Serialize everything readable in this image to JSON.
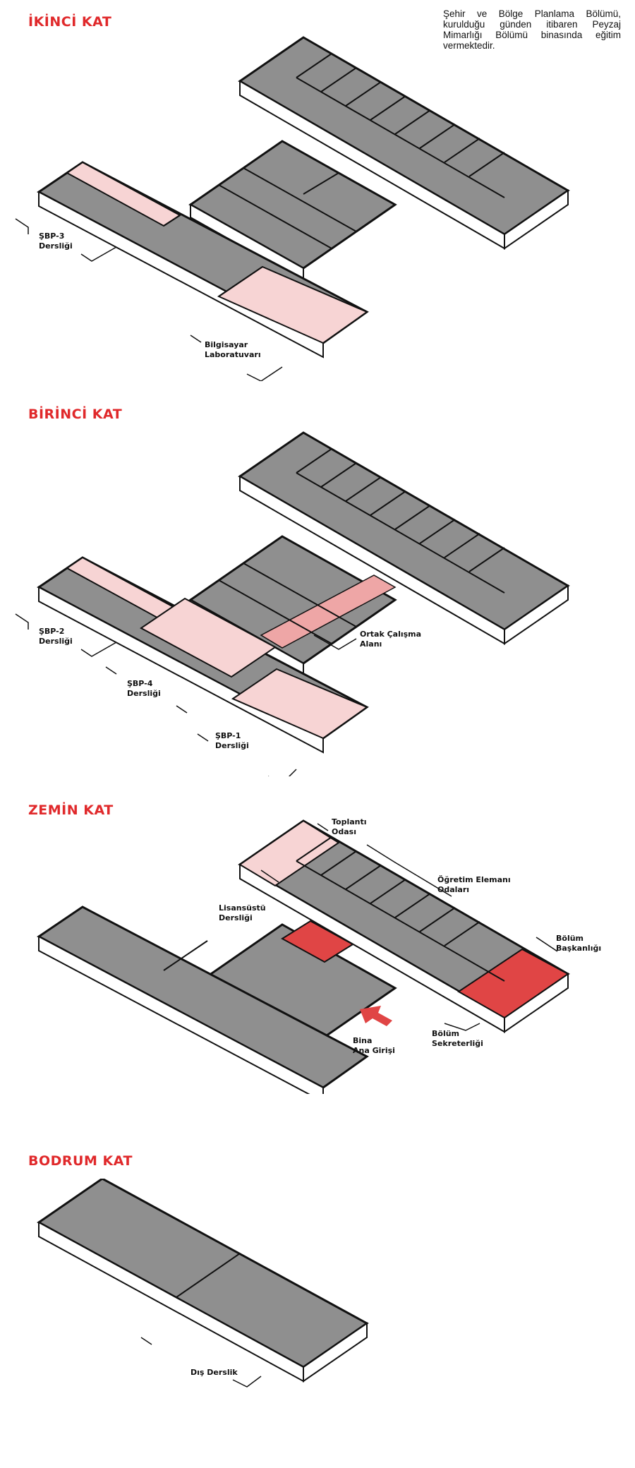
{
  "intro_text": "Şehir ve Bölge Planlama Bölümü, kurulduğu günden itibaren Peyzaj Mimarlığı Bölümü binasında eğitim vermektedir.",
  "colors": {
    "title_red": "#e0292b",
    "highlight_light": "#f7d4d4",
    "highlight_mid": "#eea6a6",
    "highlight_strong": "#e04545",
    "floor_grey": "#8f8f8f",
    "wall": "#ffffff",
    "line": "#111111"
  },
  "floors": [
    {
      "title": "İKİNCİ KAT",
      "labels": [
        {
          "lines": [
            "ŞBP-3",
            "Dersliği"
          ]
        },
        {
          "lines": [
            "Bilgisayar",
            "Laboratuvarı"
          ]
        }
      ]
    },
    {
      "title": "BİRİNCİ KAT",
      "labels": [
        {
          "lines": [
            "ŞBP-2",
            "Dersliği"
          ]
        },
        {
          "lines": [
            "ŞBP-4",
            "Dersliği"
          ]
        },
        {
          "lines": [
            "ŞBP-1",
            "Dersliği"
          ]
        },
        {
          "lines": [
            "Ortak Çalışma",
            "Alanı"
          ]
        }
      ]
    },
    {
      "title": "ZEMİN KAT",
      "labels": [
        {
          "lines": [
            "Toplantı",
            "Odası"
          ]
        },
        {
          "lines": [
            "Öğretim Elemanı",
            "Odaları"
          ]
        },
        {
          "lines": [
            "Lisansüstü",
            "Dersliği"
          ]
        },
        {
          "lines": [
            "Bölüm",
            "Başkanlığı"
          ]
        },
        {
          "lines": [
            "Bina",
            "Ana Girişi"
          ]
        },
        {
          "lines": [
            "Bölüm",
            "Sekreterliği"
          ]
        }
      ]
    },
    {
      "title": "BODRUM KAT",
      "labels": [
        {
          "lines": [
            "Dış Derslik"
          ]
        }
      ]
    }
  ]
}
